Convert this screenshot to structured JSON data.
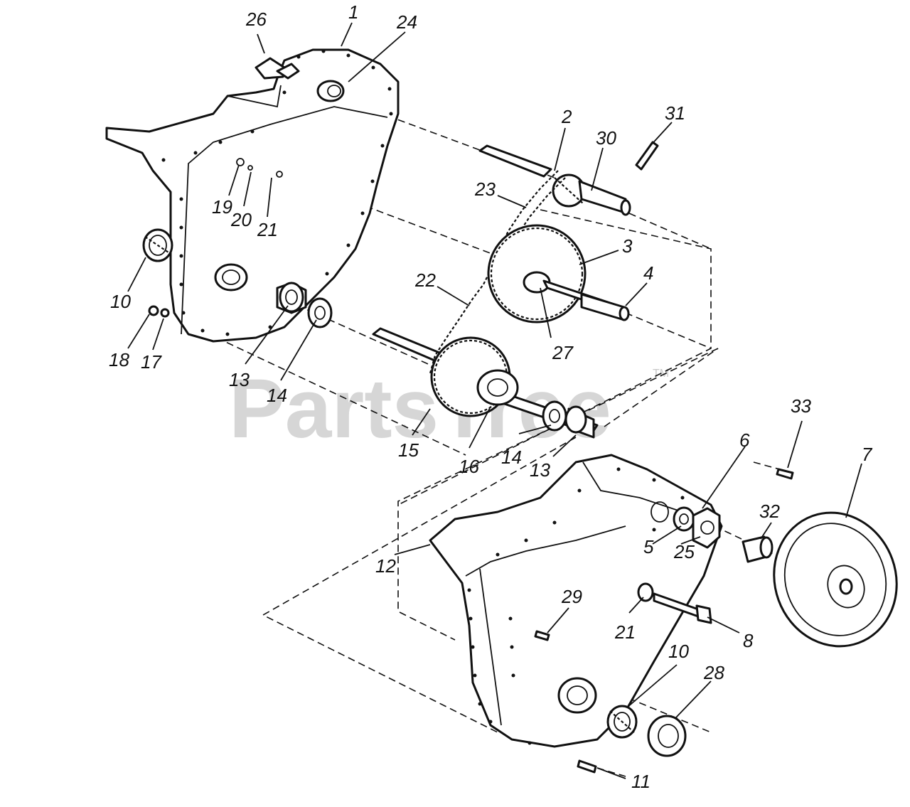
{
  "watermark": {
    "text": "PartsTree",
    "trademark": "TM"
  },
  "callouts": [
    {
      "id": "c26a",
      "label": "26"
    },
    {
      "id": "c1",
      "label": "1"
    },
    {
      "id": "c24",
      "label": "24"
    },
    {
      "id": "c2",
      "label": "2"
    },
    {
      "id": "c30",
      "label": "30"
    },
    {
      "id": "c31",
      "label": "31"
    },
    {
      "id": "c23",
      "label": "23"
    },
    {
      "id": "c19",
      "label": "19"
    },
    {
      "id": "c20",
      "label": "20"
    },
    {
      "id": "c21a",
      "label": "21"
    },
    {
      "id": "c3",
      "label": "3"
    },
    {
      "id": "c10a",
      "label": "10"
    },
    {
      "id": "c4",
      "label": "4"
    },
    {
      "id": "c22",
      "label": "22"
    },
    {
      "id": "c18",
      "label": "18"
    },
    {
      "id": "c17",
      "label": "17"
    },
    {
      "id": "c27",
      "label": "27"
    },
    {
      "id": "c13a",
      "label": "13"
    },
    {
      "id": "c14a",
      "label": "14"
    },
    {
      "id": "c15",
      "label": "15"
    },
    {
      "id": "c16",
      "label": "16"
    },
    {
      "id": "c14b",
      "label": "14"
    },
    {
      "id": "c13b",
      "label": "13"
    },
    {
      "id": "c33",
      "label": "33"
    },
    {
      "id": "c6",
      "label": "6"
    },
    {
      "id": "c7",
      "label": "7"
    },
    {
      "id": "c32",
      "label": "32"
    },
    {
      "id": "c12",
      "label": "12"
    },
    {
      "id": "c5",
      "label": "5"
    },
    {
      "id": "c25",
      "label": "25"
    },
    {
      "id": "c29",
      "label": "29"
    },
    {
      "id": "c21b",
      "label": "21"
    },
    {
      "id": "c8",
      "label": "8"
    },
    {
      "id": "c10b",
      "label": "10"
    },
    {
      "id": "c28",
      "label": "28"
    },
    {
      "id": "c11",
      "label": "11"
    }
  ]
}
